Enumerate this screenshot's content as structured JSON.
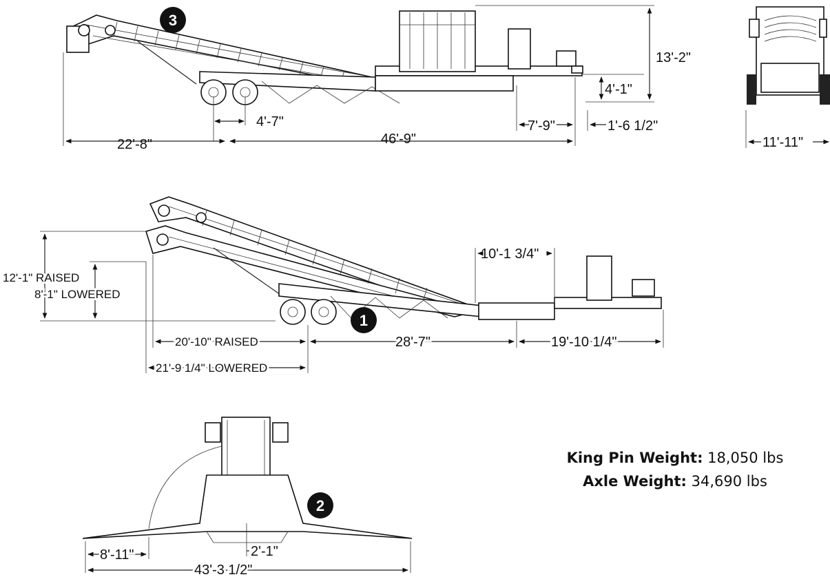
{
  "side_view": {
    "badge": "3",
    "dims": {
      "height_total": "13'-2\"",
      "hitch_height": "4'-1\"",
      "axle_spread": "4'-7\"",
      "rear_to_axle": "22'-8\"",
      "axle_to_front": "46'-9\"",
      "pin_offset": "7'-9\"",
      "front_overhang": "1'-6 1/2\""
    }
  },
  "end_view": {
    "dims": {
      "width": "11'-11\""
    }
  },
  "transport_view": {
    "badge": "1",
    "dims": {
      "raised_height": "12'-1\" RAISED",
      "lowered_height": "8'-1\" LOWERED",
      "hopper_width": "10'-1 3/4\"",
      "raised_length": "20'-10\" RAISED",
      "lowered_length": "21'-9 1/4\" LOWERED",
      "mid_length": "28'-7\"",
      "front_length": "19'-10 1/4\""
    }
  },
  "top_view": {
    "badge": "2",
    "dims": {
      "wing_length": "8'-11\"",
      "center_offset": "2'-1\"",
      "overall_width": "43'-3 1/2\""
    }
  },
  "weights": {
    "king_pin_label": "King Pin Weight:",
    "king_pin_value": "18,050 lbs",
    "axle_label": "Axle Weight:",
    "axle_value": "34,690 lbs"
  }
}
